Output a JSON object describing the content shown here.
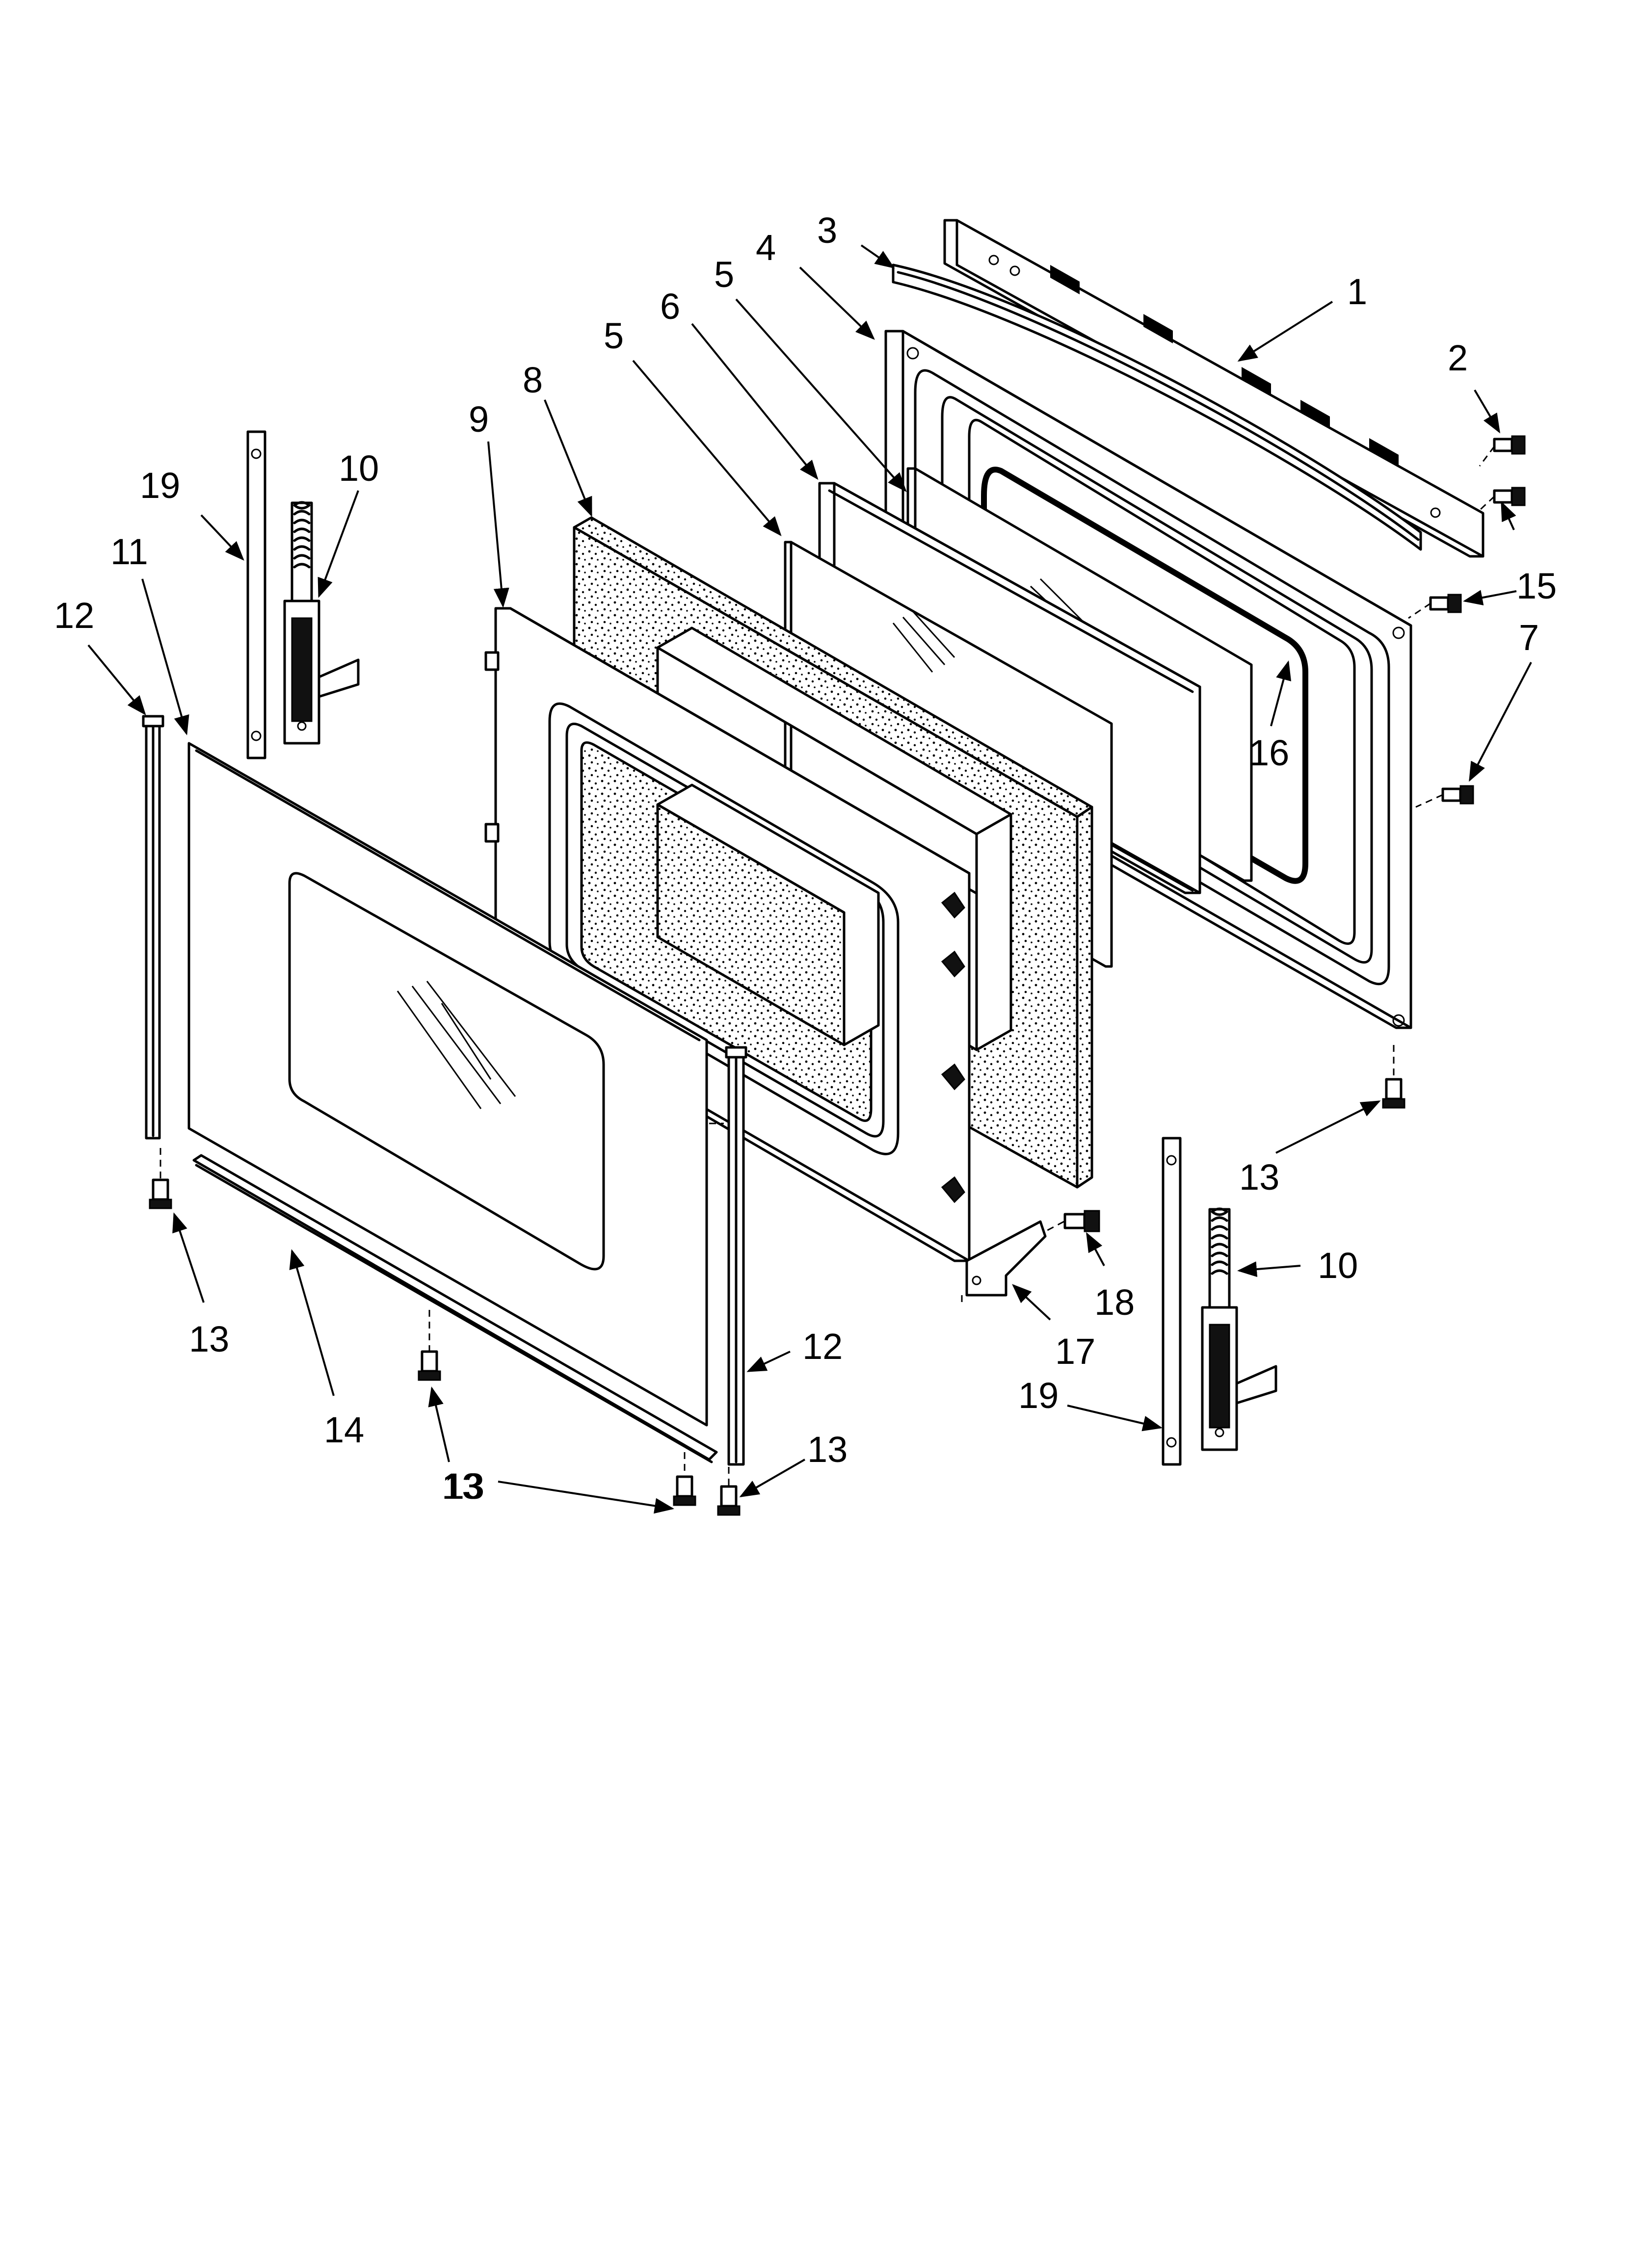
{
  "diagram": {
    "type": "exploded-parts-view",
    "callouts": [
      {
        "id": "c1",
        "number": "1"
      },
      {
        "id": "c2",
        "number": "2"
      },
      {
        "id": "c3",
        "number": "3"
      },
      {
        "id": "c4",
        "number": "4"
      },
      {
        "id": "c5a",
        "number": "5"
      },
      {
        "id": "c5b",
        "number": "5"
      },
      {
        "id": "c6",
        "number": "6"
      },
      {
        "id": "c7",
        "number": "7"
      },
      {
        "id": "c8",
        "number": "8"
      },
      {
        "id": "c9",
        "number": "9"
      },
      {
        "id": "c10a",
        "number": "10"
      },
      {
        "id": "c10b",
        "number": "10"
      },
      {
        "id": "c11",
        "number": "11"
      },
      {
        "id": "c12a",
        "number": "12"
      },
      {
        "id": "c12b",
        "number": "12"
      },
      {
        "id": "c13a",
        "number": "13"
      },
      {
        "id": "c13b",
        "number": "13"
      },
      {
        "id": "c13c",
        "number": "13"
      },
      {
        "id": "c13d",
        "number": "13"
      },
      {
        "id": "c13e",
        "number": "13"
      },
      {
        "id": "c14",
        "number": "14"
      },
      {
        "id": "c15",
        "number": "15"
      },
      {
        "id": "c16",
        "number": "16"
      },
      {
        "id": "c17",
        "number": "17"
      },
      {
        "id": "c18",
        "number": "18"
      },
      {
        "id": "c19a",
        "number": "19"
      },
      {
        "id": "c19b",
        "number": "19"
      }
    ]
  }
}
